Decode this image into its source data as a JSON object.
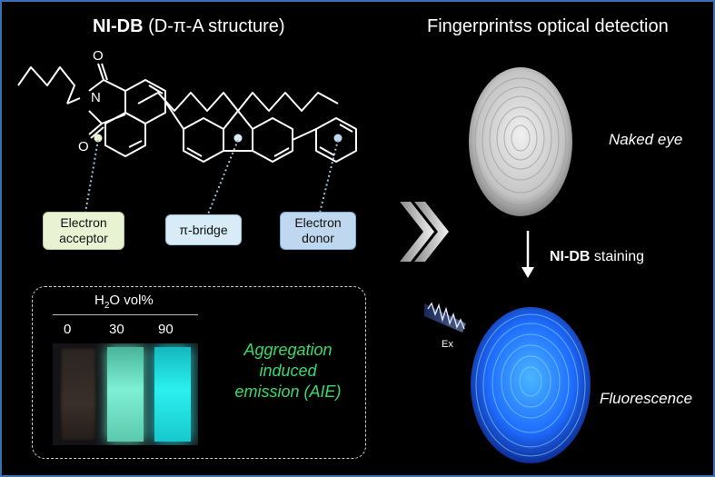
{
  "header": {
    "left_title_bold": "NI-DB",
    "left_title_rest": " (D-π-A structure)",
    "right_title": "Fingerprintss optical detection"
  },
  "labels": {
    "acceptor_line1": "Electron",
    "acceptor_line2": "acceptor",
    "bridge": "π-bridge",
    "donor_line1": "Electron",
    "donor_line2": "donor",
    "ester_o_top": "O",
    "ester_o_bottom": "O",
    "nitrogen": "N"
  },
  "aie_panel": {
    "h2o_prefix": "H",
    "h2o_sub": "2",
    "h2o_suffix": "O vol%",
    "volumes": [
      "0",
      "30",
      "90"
    ],
    "caption_line1": "Aggregation",
    "caption_line2": "induced",
    "caption_line3": "emission (AIE)",
    "vial_colors": [
      "#3a2f2a",
      "#6fe7c9",
      "#25e6e6"
    ]
  },
  "fingerprint": {
    "naked_label": "Naked eye",
    "stain_bold": "NI-DB",
    "stain_rest": " staining",
    "fluor_label": "Fluorescence",
    "ex_label": "Ex",
    "naked_color": "#d8d8d8",
    "fluor_color": "#1e6bff"
  },
  "colors": {
    "aie_text": "#38d96a",
    "frame_border": "#3a6fb5"
  }
}
